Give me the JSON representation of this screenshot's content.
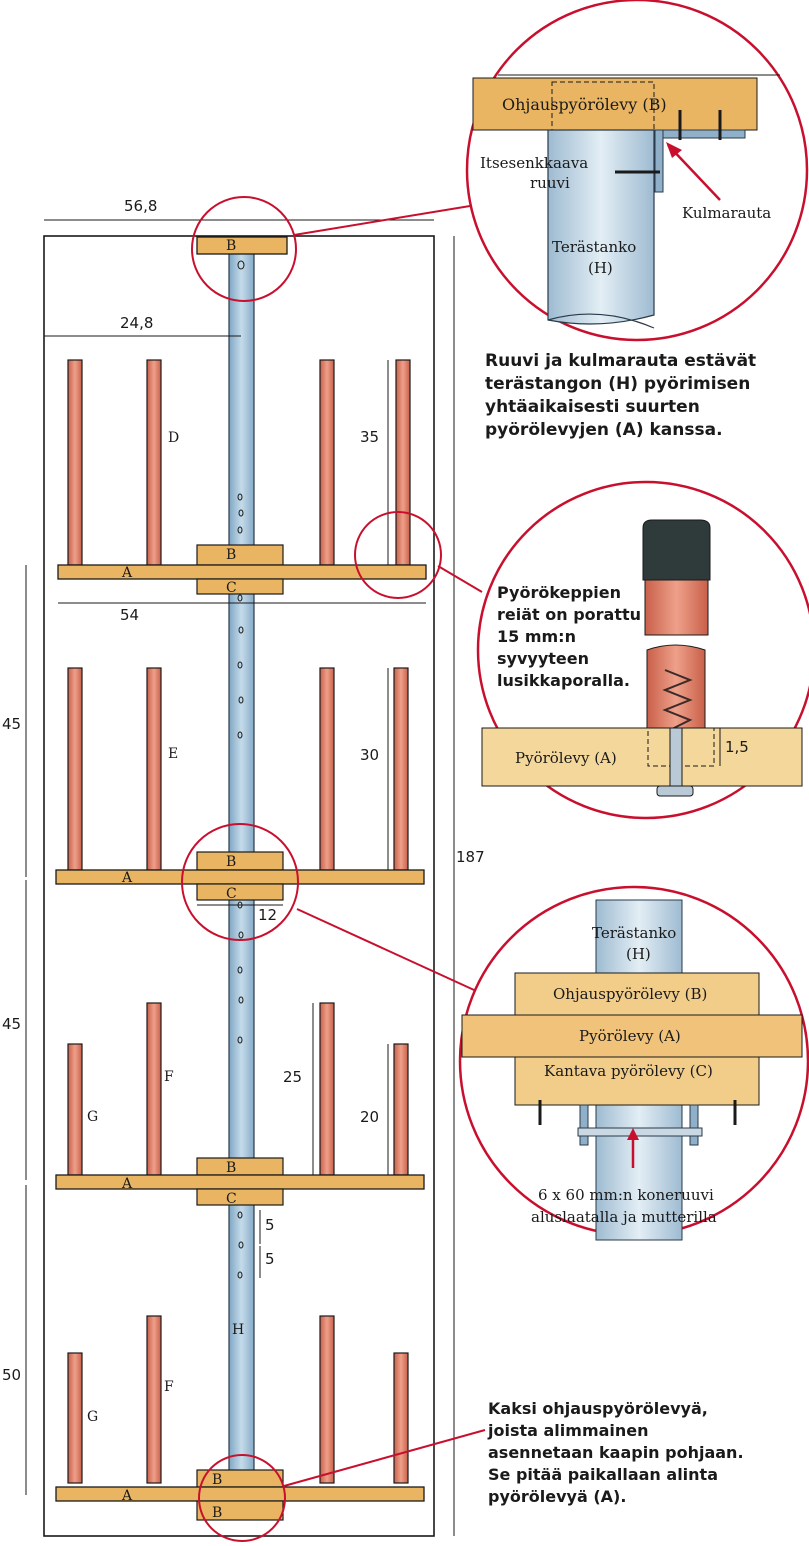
{
  "colors": {
    "wood": "#e9b563",
    "dowel": "#d9785e",
    "steel": "#9fc2dc",
    "callout": "#c8102e",
    "ink": "#1a1a1a"
  },
  "main": {
    "dims": {
      "top_width": "56,8",
      "half_width": "24,8",
      "shelf_width": "54",
      "total_height": "187",
      "gap1": "45",
      "gap2": "45",
      "gap3": "50",
      "dowel_d": "35",
      "dowel_e": "30",
      "dowel_f_tall": "25",
      "dowel_g": "20",
      "hub": "12",
      "hole_step_1": "5",
      "hole_step_2": "5"
    },
    "parts": {
      "b": "B",
      "a": "A",
      "c": "C",
      "d": "D",
      "e": "E",
      "f": "F",
      "g": "G",
      "h": "H"
    }
  },
  "detail_top": {
    "plate": "Ohjauspyörölevy (B)",
    "screw": [
      "Itsesenkkaava",
      "ruuvi"
    ],
    "bracket": "Kulmarauta",
    "rod": [
      "Terästanko",
      "(H)"
    ]
  },
  "note_top": [
    "Ruuvi ja kulmarauta estävät",
    "terästangon (H) pyörimisen",
    "yhtäaikaisesti suurten",
    "pyörölevyjen (A) kanssa."
  ],
  "detail_mid": {
    "text": [
      "Pyörökeppien",
      "reiät on porattu",
      "15 mm:n",
      "syvyyteen",
      "lusikkaporalla."
    ],
    "plate": "Pyörölevy (A)",
    "depth": "1,5"
  },
  "detail_bottom": {
    "rod": [
      "Terästanko",
      "(H)"
    ],
    "plate_b": "Ohjauspyörölevy (B)",
    "plate_a": "Pyörölevy (A)",
    "plate_c": "Kantava pyörölevy (C)",
    "bolt": [
      "6 x 60 mm:n koneruuvi",
      "aluslaatalla ja mutterilla"
    ]
  },
  "note_bottom": [
    "Kaksi ohjauspyörölevyä,",
    "joista alimmainen",
    "asennetaan kaapin pohjaan.",
    "Se pitää paikallaan alinta",
    "pyörölevyä (A)."
  ]
}
